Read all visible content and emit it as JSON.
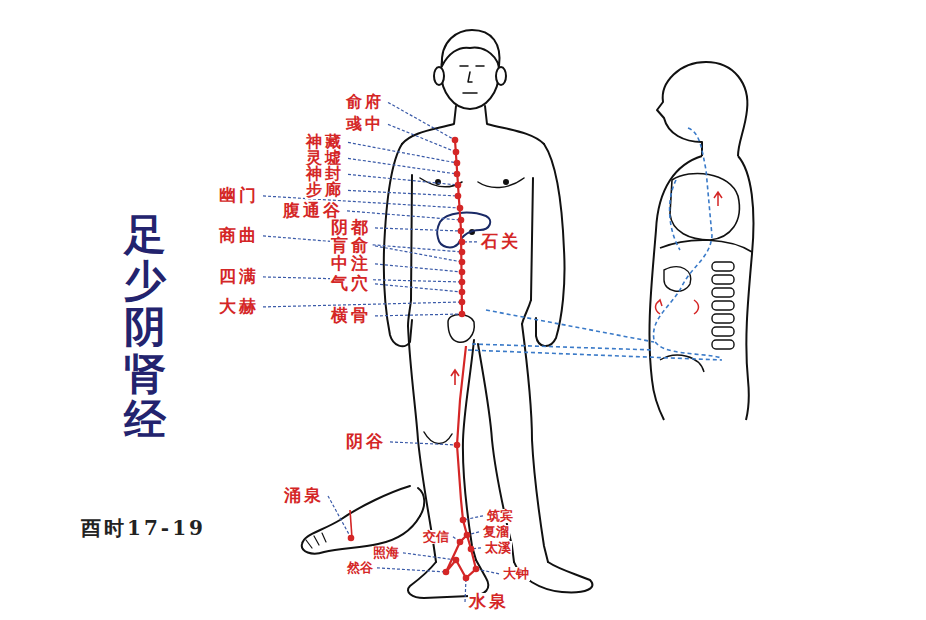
{
  "diagram": {
    "title": "足少阴肾经",
    "labels": [
      "俞府",
      "彧中",
      "神藏",
      "灵墟",
      "神封",
      "步廊",
      "幽门",
      "腹通谷",
      "阴都",
      "商曲",
      "石关",
      "肓俞",
      "中注",
      "四满",
      "气穴",
      "大赫",
      "横骨",
      "阴谷",
      "涌泉",
      "筑宾",
      "复溜",
      "交信",
      "太溪",
      "照海",
      "然谷",
      "大钟",
      "水泉",
      "酉时17-19"
    ]
  }
}
